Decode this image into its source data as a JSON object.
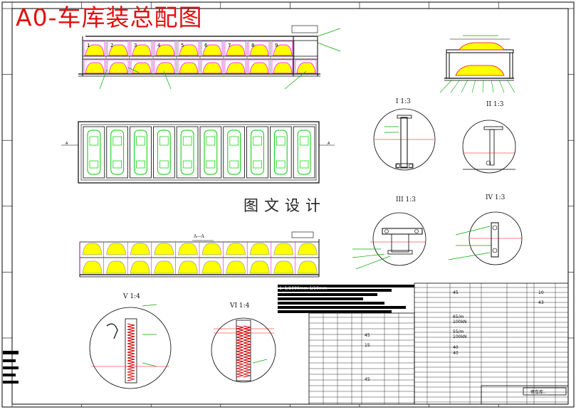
{
  "drawing": {
    "title": "A0-车库装总配图",
    "watermark": "图文设计",
    "colors": {
      "car_fill": "#ffff00",
      "pallet_outline": "#ff00ff",
      "plan_car": "#00cc00",
      "frame": "#000000",
      "annotation": "#00aa00",
      "title_red": "#e01010"
    }
  },
  "views": {
    "elevation_labels": [
      "1",
      "2",
      "3",
      "4",
      "5",
      "6",
      "7",
      "8",
      "9"
    ],
    "plan_bays": 10,
    "section_label": "A—A",
    "detail_1": "I  1:3",
    "detail_2": "II  1:3",
    "detail_3": "III 1:3",
    "detail_4": "IV 1:3",
    "detail_5": "V  1:4",
    "detail_6": "VI 1:4"
  },
  "title_block": {
    "notes_row": "1.                   1/1000mm                    1/10mm",
    "values": [
      "45",
      "15",
      "10",
      "43",
      "45",
      "45"
    ],
    "mid_values": [
      "65/m",
      "100kN",
      "55/m",
      "100kN",
      "40",
      "40"
    ],
    "logo_caption": "停车库.."
  }
}
